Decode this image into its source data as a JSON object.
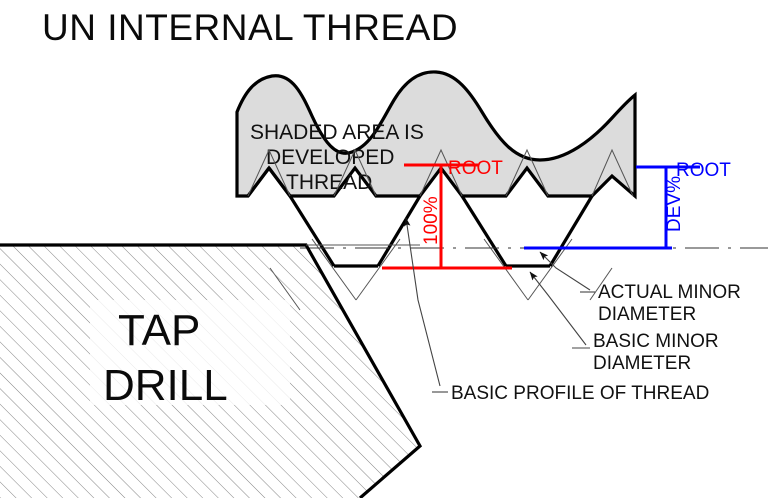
{
  "title": "UN INTERNAL THREAD",
  "diagram": {
    "shaded_note": [
      "SHADED AREA IS",
      "DEVELOPED",
      "THREAD"
    ],
    "material_label": [
      "TAP",
      "DRILL"
    ],
    "dimensions": {
      "root_red": "ROOT",
      "percent_red": "100%",
      "root_blue": "ROOT",
      "dev_blue": "DEV%"
    },
    "callouts": [
      {
        "text_line1": "ACTUAL MINOR",
        "text_line2": "DIAMETER"
      },
      {
        "text_line1": "BASIC MINOR",
        "text_line2": "DIAMETER"
      },
      {
        "text_line1": "BASIC PROFILE OF THREAD",
        "text_line2": ""
      }
    ],
    "colors": {
      "red": "#ff0000",
      "blue": "#0000ff",
      "shade_fill": "#dcdcdc",
      "outline": "#000000",
      "hatch": "#777777"
    }
  }
}
